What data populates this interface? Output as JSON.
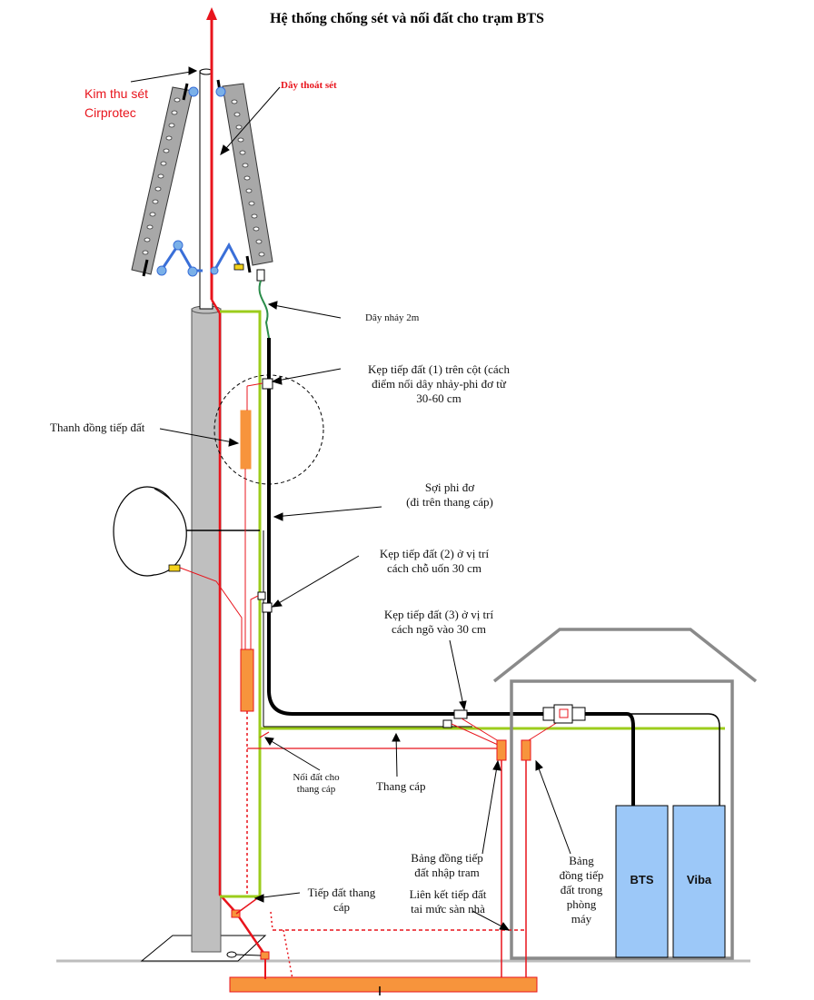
{
  "title": "Hệ thống chống sét và nối đất cho trạm BTS",
  "labels": {
    "kim_thu_set_1": "Kim thu sét",
    "kim_thu_set_2": "Cirprotec",
    "day_thoat_set": "Dây thoát sét",
    "day_nhay": "Dây nhảy  2m",
    "kep_1_l1": "Kẹp tiếp đất  (1) trên cột (cách",
    "kep_1_l2": "điểm  nối dây nhảy-phi đơ từ",
    "kep_1_l3": "30-60 cm",
    "thanh_dong": "Thanh đồng tiếp đất",
    "soi_phi_do_l1": "Sợi phi đơ",
    "soi_phi_do_l2": "(đi trên thang cáp)",
    "kep_2_l1": "Kẹp tiếp đất (2) ở vị trí",
    "kep_2_l2": "cách chỗ uốn  30 cm",
    "kep_3_l1": "Kẹp tiếp đất (3) ở vị trí",
    "kep_3_l2": "cách ngõ vào  30 cm",
    "noi_dat_l1": "Nối đất cho",
    "noi_dat_l2": "thang cáp",
    "thang_cap": "Thang cáp",
    "bang_dong_nhap_l1": "Bảng đồng tiếp",
    "bang_dong_nhap_l2": "đất nhập tram",
    "bang_dong_phong_l1": "Bảng",
    "bang_dong_phong_l2": "đồng  tiếp",
    "bang_dong_phong_l3": "đất trong",
    "bang_dong_phong_l4": "phòng",
    "bang_dong_phong_l5": "máy",
    "tiep_dat_thang_l1": "Tiếp đất thang",
    "tiep_dat_thang_l2": "cáp",
    "lien_ket_l1": "Liên kết tiếp đất",
    "lien_ket_l2": "tai mức sàn nhà",
    "bts": "BTS",
    "viba": "Viba"
  },
  "colors": {
    "lightning": "#e8141c",
    "green_ladder": "#9ccc1c",
    "copper": "#f7943c",
    "mast": "#bfbfbf",
    "equipment": "#9cc8f8",
    "jumper": "#2a8c4a",
    "feeder": "#000000",
    "antenna_mount": "#3a6fd8"
  }
}
